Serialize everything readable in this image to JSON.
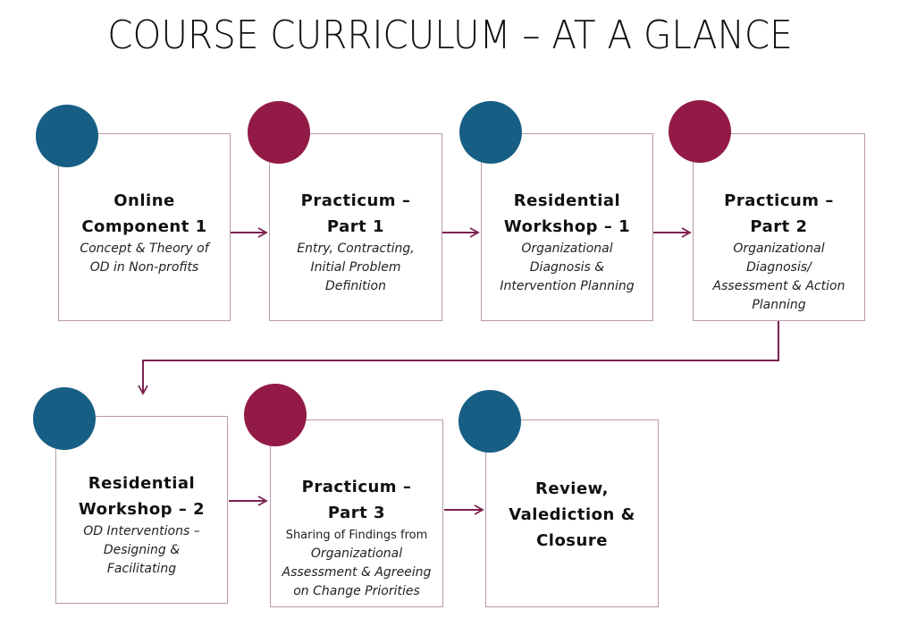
{
  "title": "COURSE CURRICULUM – AT A GLANCE",
  "colors": {
    "blue": "#175e84",
    "maroon": "#931a47",
    "arrow": "#7b2150",
    "border": "#b89aa8"
  },
  "steps": [
    {
      "heading_lines": [
        "Online",
        "Component 1"
      ],
      "description_lines": [
        "Concept & Theory of",
        "OD in Non-profits"
      ],
      "circle_color": "blue",
      "description_style": "italic"
    },
    {
      "heading_lines": [
        "Practicum –",
        "Part 1"
      ],
      "description_lines": [
        "Entry, Contracting,",
        "Initial Problem",
        "Definition"
      ],
      "circle_color": "maroon",
      "description_style": "italic"
    },
    {
      "heading_lines": [
        "Residential",
        "Workshop – 1"
      ],
      "description_lines": [
        "Organizational",
        "Diagnosis &",
        "Intervention Planning"
      ],
      "circle_color": "blue",
      "description_style": "italic"
    },
    {
      "heading_lines": [
        "Practicum –",
        "Part 2"
      ],
      "description_lines": [
        "Organizational",
        "Diagnosis/",
        "Assessment & Action",
        "Planning"
      ],
      "circle_color": "maroon",
      "description_style": "italic"
    },
    {
      "heading_lines": [
        "Residential",
        "Workshop – 2"
      ],
      "description_lines": [
        "OD Interventions –",
        "Designing &",
        "Facilitating"
      ],
      "circle_color": "blue",
      "description_style": "italic"
    },
    {
      "heading_lines": [
        "Practicum –",
        "Part 3"
      ],
      "description_lines": [
        "Sharing of Findings from",
        "Organizational",
        "Assessment & Agreeing",
        "on Change Priorities"
      ],
      "circle_color": "maroon",
      "description_style": "mixed"
    },
    {
      "heading_lines": [
        "Review,",
        "Valediction &",
        "Closure"
      ],
      "description_lines": [],
      "circle_color": "blue",
      "description_style": "none"
    }
  ]
}
